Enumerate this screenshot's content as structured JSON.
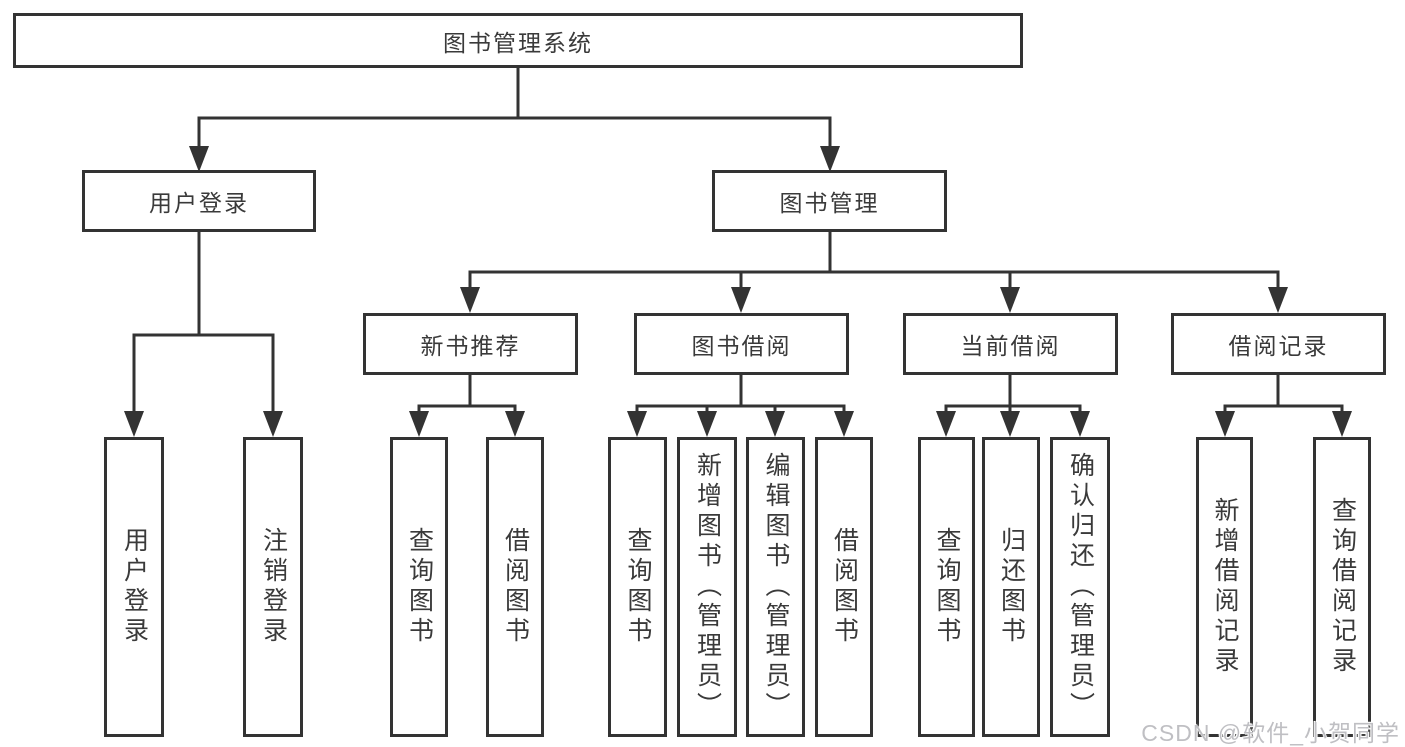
{
  "colors": {
    "line": "#333333",
    "box_border": "#333333",
    "box_background": "#ffffff",
    "text": "#3a3a3a",
    "watermark": "#bfbfc3"
  },
  "watermark": {
    "text": "CSDN @软件_小贺同学"
  },
  "tree": {
    "label": "图书管理系统",
    "children": [
      {
        "label": "用户登录",
        "children": [
          {
            "label": "用户登录"
          },
          {
            "label": "注销登录"
          }
        ]
      },
      {
        "label": "图书管理",
        "children": [
          {
            "label": "新书推荐",
            "children": [
              {
                "label": "查询图书"
              },
              {
                "label": "借阅图书"
              }
            ]
          },
          {
            "label": "图书借阅",
            "children": [
              {
                "label": "查询图书"
              },
              {
                "label": "新增图书（管理员）"
              },
              {
                "label": "编辑图书（管理员）"
              },
              {
                "label": "借阅图书"
              }
            ]
          },
          {
            "label": "当前借阅",
            "children": [
              {
                "label": "查询图书"
              },
              {
                "label": "归还图书"
              },
              {
                "label": "确认归还（管理员）"
              }
            ]
          },
          {
            "label": "借阅记录",
            "children": [
              {
                "label": "新增借阅记录"
              },
              {
                "label": "查询借阅记录"
              }
            ]
          }
        ]
      }
    ]
  }
}
